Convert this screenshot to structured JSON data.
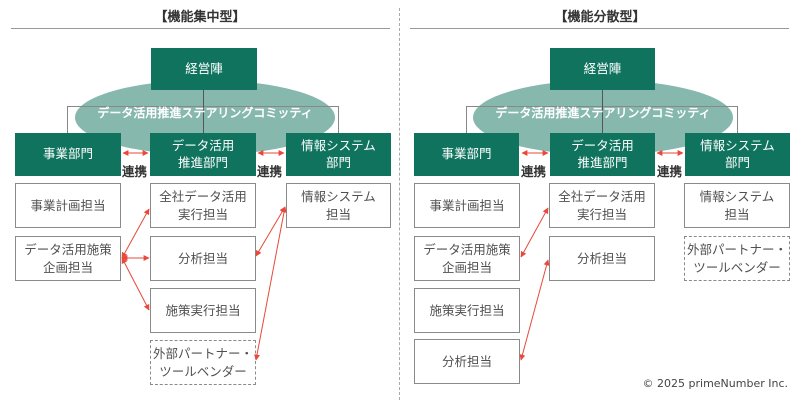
{
  "left": {
    "title": "【機能集中型】",
    "executive": "経営陣",
    "committee": "データ活用推進ステアリングコミッティ",
    "departments": [
      "事業部門",
      "データ活用\n推進部門",
      "情報システム\n部門"
    ],
    "link_label": "連携",
    "business_roles": [
      "事業計画担当",
      "データ活用施策\n企画担当"
    ],
    "data_roles": [
      "全社データ活用\n実行担当",
      "分析担当",
      "施策実行担当"
    ],
    "external": "外部パートナー・\nツールベンダー",
    "it_roles": [
      "情報システム\n担当"
    ]
  },
  "right": {
    "title": "【機能分散型】",
    "executive": "経営陣",
    "committee": "データ活用推進ステアリングコミッティ",
    "departments": [
      "事業部門",
      "データ活用\n推進部門",
      "情報システム\n部門"
    ],
    "link_label": "連携",
    "business_roles": [
      "事業計画担当",
      "データ活用施策\n企画担当",
      "施策実行担当",
      "分析担当"
    ],
    "data_roles": [
      "全社データ活用\n実行担当",
      "分析担当"
    ],
    "it_roles": [
      "情報システム\n担当"
    ],
    "external": "外部パートナー・\nツールベンダー"
  },
  "colors": {
    "primary_green": "#0f735e",
    "committee_ellipse": "#86b8ae",
    "link_arrow": "#e8493a"
  },
  "copyright": "© 2025 primeNumber Inc."
}
